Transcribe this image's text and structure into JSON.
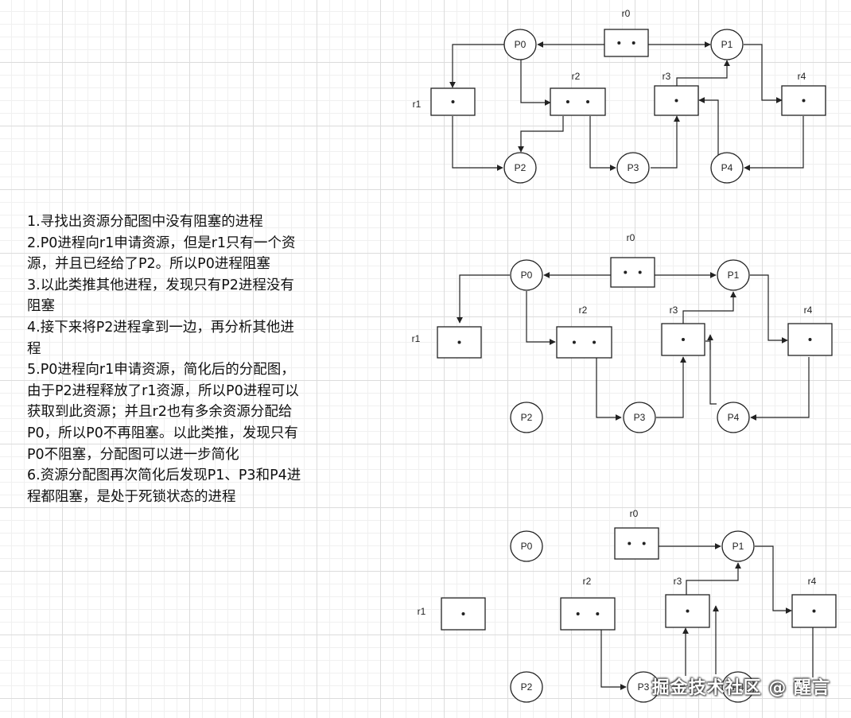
{
  "steps": [
    "1.寻找出资源分配图中没有阻塞的进程",
    "2.P0进程向r1申请资源，但是r1只有一个资",
    "源，并且已经给了P2。所以P0进程阻塞",
    "3.以此类推其他进程，发现只有P2进程没有",
    "阻塞",
    "4.接下来将P2进程拿到一边，再分析其他进",
    "程",
    "5.P0进程向r1申请资源，简化后的分配图，",
    "由于P2进程释放了r1资源，所以P0进程可以",
    "获取到此资源；并且r2也有多余资源分配给",
    "P0，所以P0不再阻塞。以此类推，发现只有",
    "P0不阻塞，分配图可以进一步简化",
    "6.资源分配图再次简化后发现P1、P3和P4进",
    "程都阻塞，是处于死锁状态的进程"
  ],
  "diagram1": {
    "processes": [
      "P0",
      "P1",
      "P2",
      "P3",
      "P4"
    ],
    "resources": [
      "r0",
      "r1",
      "r2",
      "r3",
      "r4"
    ]
  },
  "diagram2": {
    "processes": [
      "P0",
      "P1",
      "P2",
      "P3",
      "P4"
    ],
    "resources": [
      "r0",
      "r1",
      "r2",
      "r3",
      "r4"
    ]
  },
  "diagram3": {
    "processes": [
      "P0",
      "P1",
      "P2",
      "P3",
      "P4"
    ],
    "resources": [
      "r0",
      "r1",
      "r2",
      "r3",
      "r4"
    ]
  },
  "watermark": "掘金技术社区 @ 醒言"
}
